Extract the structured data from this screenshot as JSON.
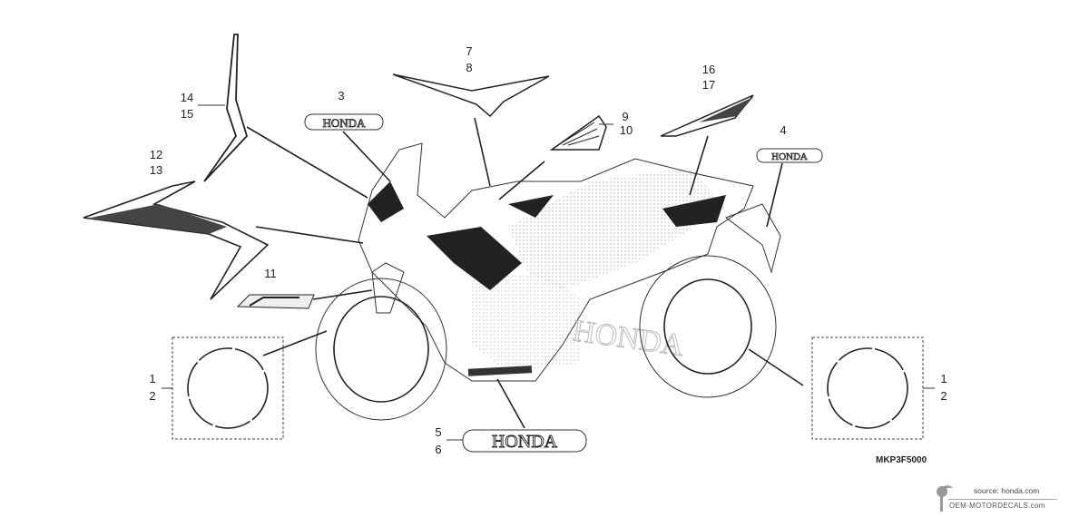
{
  "diagram_code": "MKP3F5000",
  "source_text": "source: honda.com",
  "watermark_text": "OEM-MOTORDECALS.com",
  "decal_text": "HONDA",
  "callouts": {
    "left_wheel_a": "1",
    "left_wheel_b": "2",
    "right_wheel_a": "1",
    "right_wheel_b": "2",
    "c3": "3",
    "c4": "4",
    "c5": "5",
    "c6": "6",
    "c7": "7",
    "c8": "8",
    "c9": "9",
    "c10": "10",
    "c11": "11",
    "c12": "12",
    "c13": "13",
    "c14": "14",
    "c15": "15",
    "c16": "16",
    "c17": "17"
  }
}
